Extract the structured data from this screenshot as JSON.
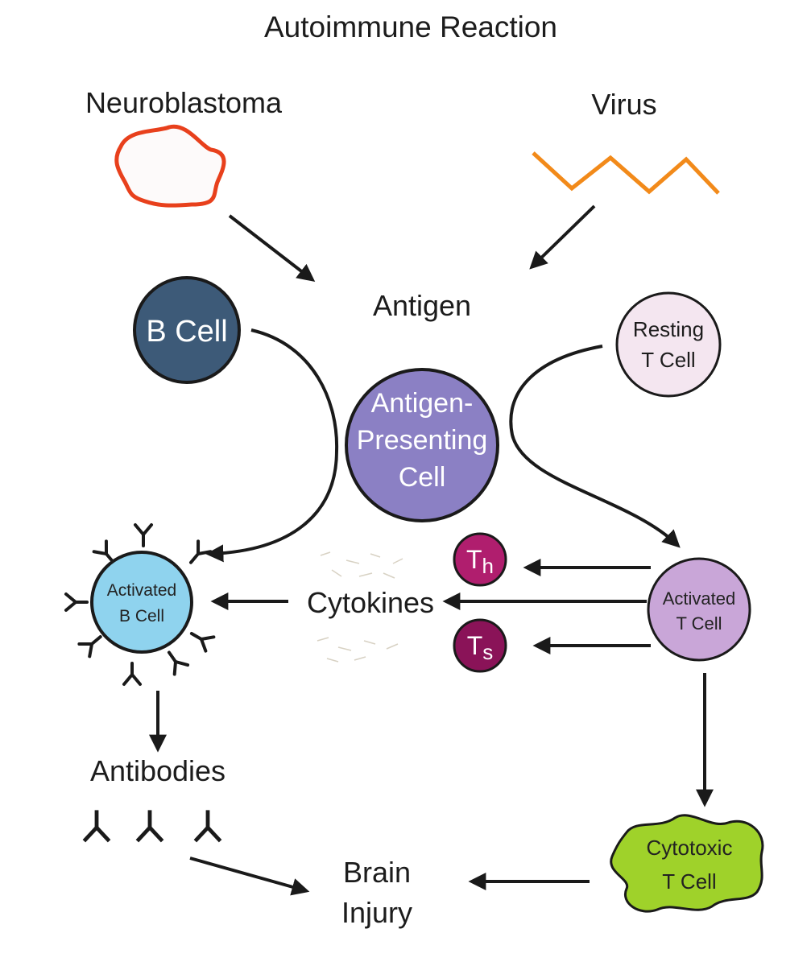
{
  "title": "Autoimmune Reaction",
  "nodes": {
    "neuroblastoma": "Neuroblastoma",
    "virus": "Virus",
    "antigen": "Antigen",
    "b_cell": "B Cell",
    "resting_t_cell": [
      "Resting",
      "T Cell"
    ],
    "apc": [
      "Antigen-",
      "Presenting",
      "Cell"
    ],
    "activated_b_cell": [
      "Activated",
      "B Cell"
    ],
    "cytokines": "Cytokines",
    "th": {
      "main": "T",
      "sub": "h"
    },
    "ts": {
      "main": "T",
      "sub": "s"
    },
    "activated_t_cell": [
      "Activated",
      "T Cell"
    ],
    "antibodies": "Antibodies",
    "brain_injury": [
      "Brain",
      "Injury"
    ],
    "cytotoxic_t_cell": [
      "Cytotoxic",
      "T Cell"
    ]
  },
  "colors": {
    "neuroblastoma": "#e8401c",
    "virus": "#f28a1a",
    "b_cell": "#3d5a78",
    "resting_t_cell": "#f4e6f0",
    "apc": "#8b80c4",
    "activated_b_cell": "#8fd3ee",
    "th": "#b01e6e",
    "ts": "#8a1358",
    "activated_t_cell": "#c9a6d8",
    "cytotoxic_t_cell": "#9fd22a",
    "arrow": "#1a1a1a"
  }
}
